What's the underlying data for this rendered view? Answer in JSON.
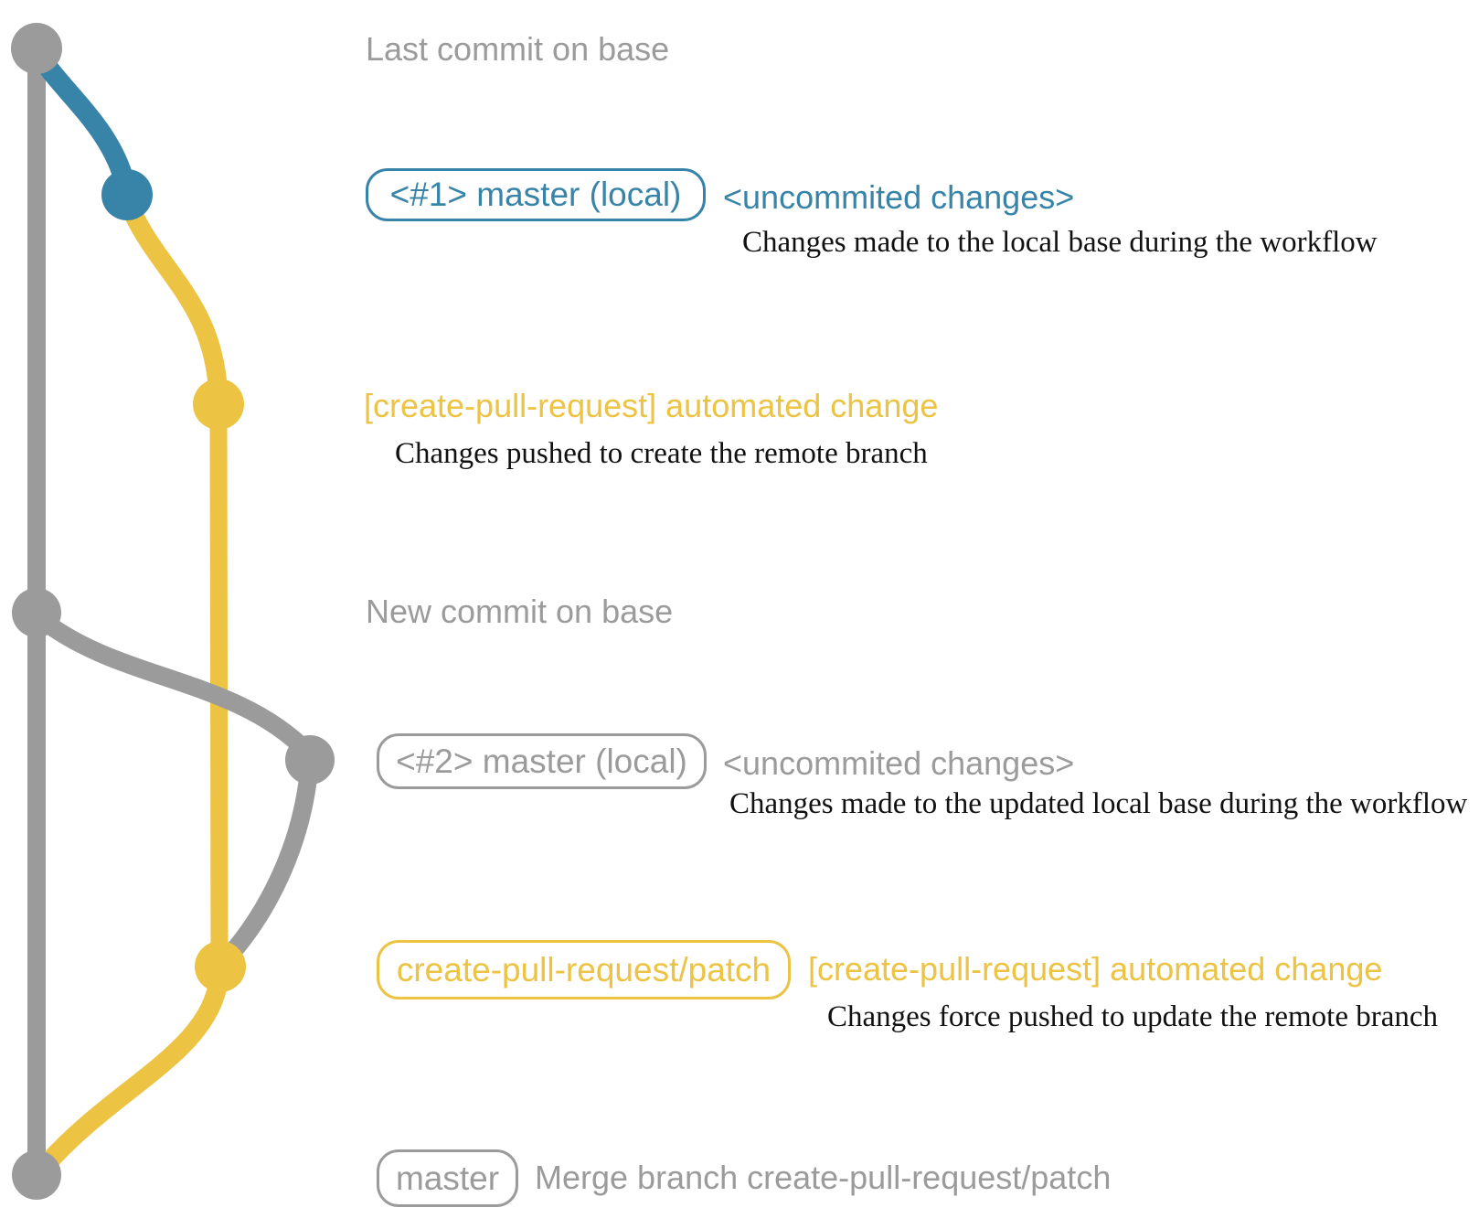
{
  "colors": {
    "base_gray": "#9b9b9b",
    "local_blue": "#3884a8",
    "branch_yellow": "#ecc342",
    "description_ink": "#111111"
  },
  "rows": {
    "last_commit": {
      "label": "Last commit on base"
    },
    "local_1": {
      "badge": "<#1> master (local)",
      "note": "<uncommited changes>",
      "description": "Changes made to the local base during the workflow"
    },
    "patch_commit_1": {
      "message": "[create-pull-request] automated change",
      "description": "Changes pushed to create the remote branch"
    },
    "new_commit": {
      "label": "New commit on base"
    },
    "local_2": {
      "badge": "<#2> master (local)",
      "note": "<uncommited changes>",
      "description": "Changes made to the updated local base during the workflow"
    },
    "patch_commit_2": {
      "badge": "create-pull-request/patch",
      "message": "[create-pull-request] automated change",
      "description": "Changes force pushed to update the remote branch"
    },
    "merge_commit": {
      "badge": "master",
      "message": "Merge branch create-pull-request/patch"
    }
  }
}
